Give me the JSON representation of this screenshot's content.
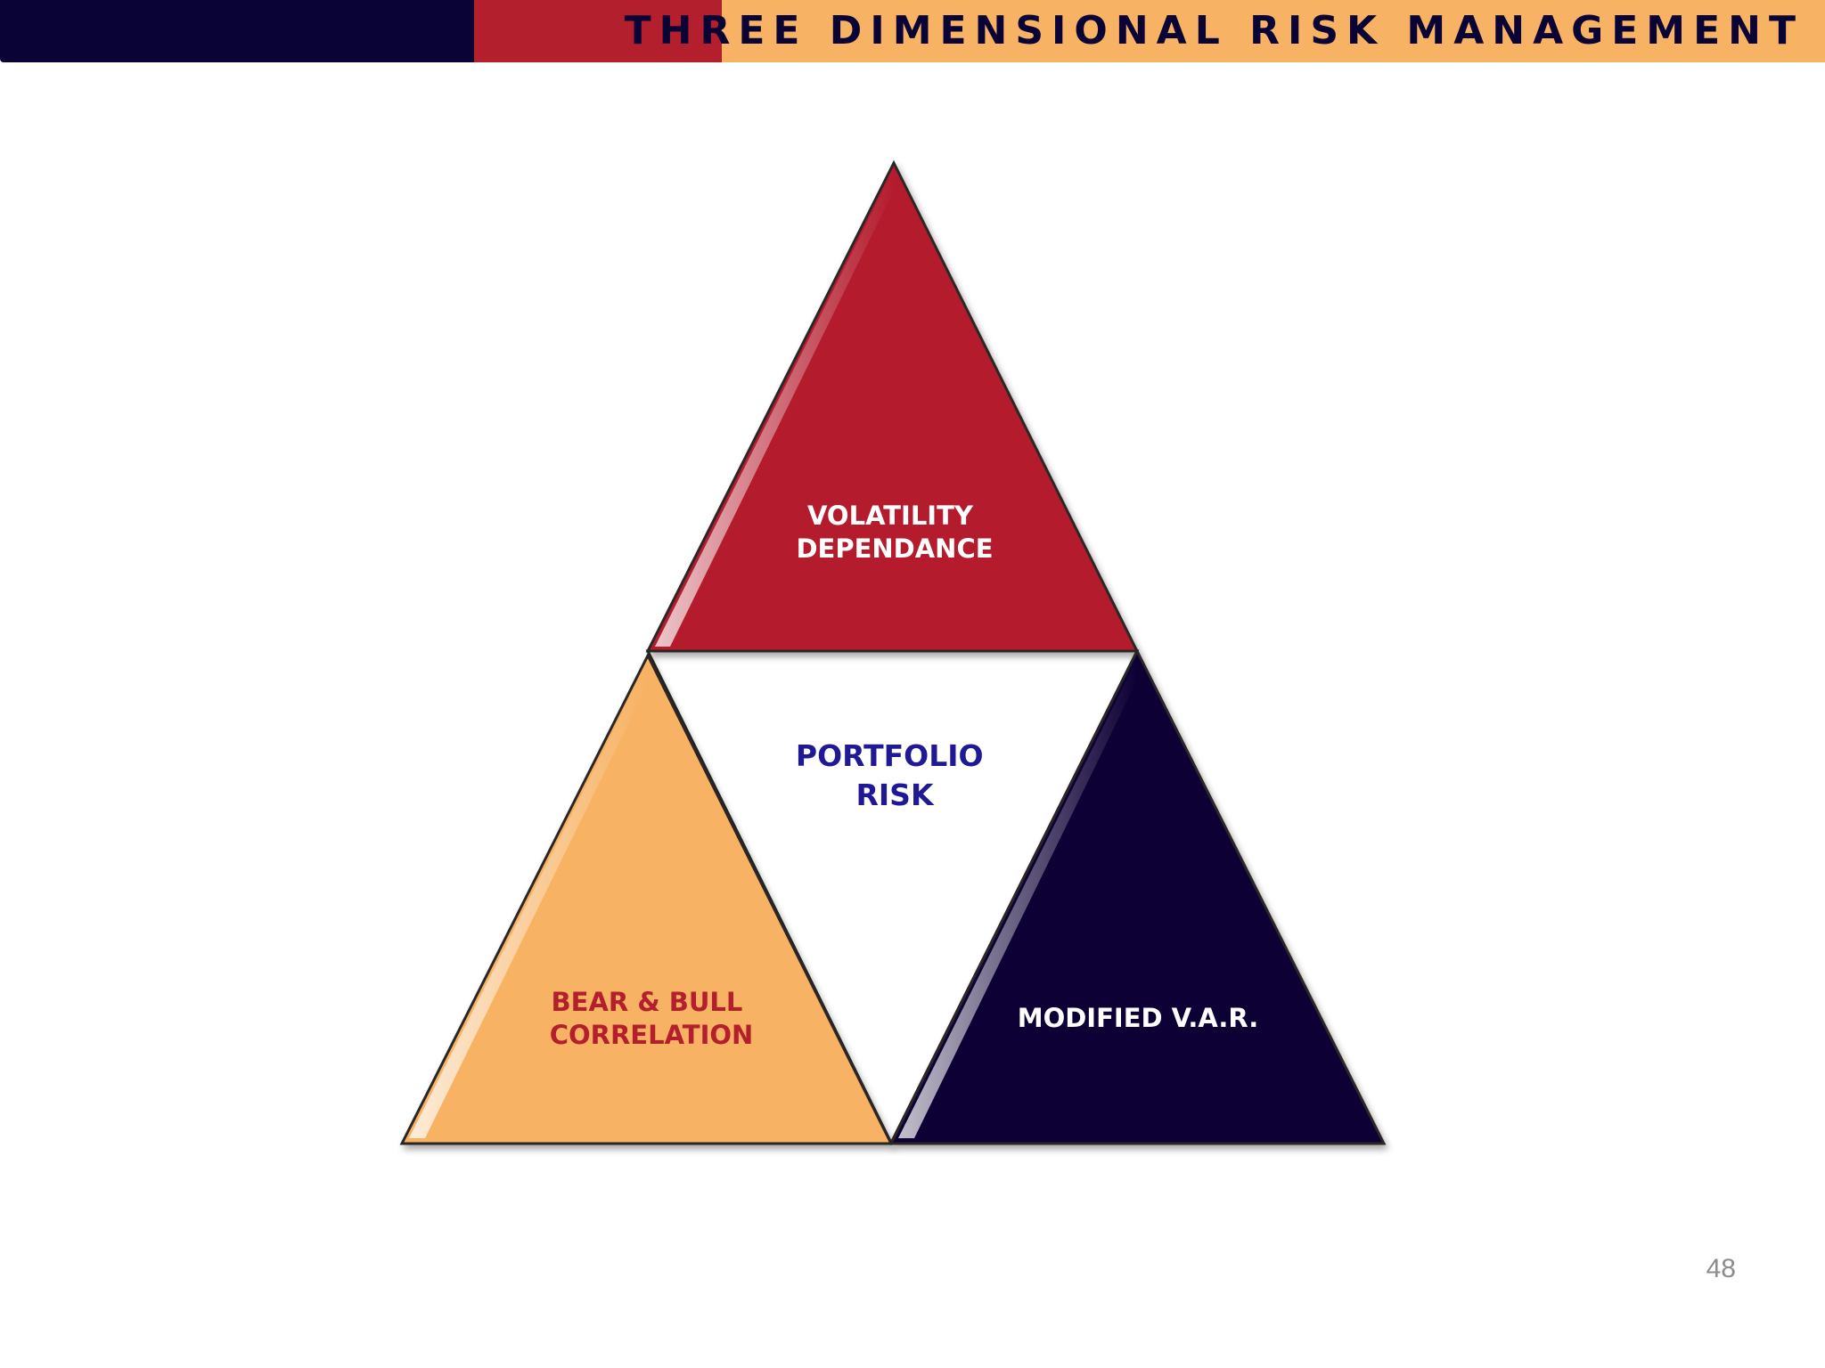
{
  "slide": {
    "title": "THREE DIMENSIONAL RISK MANAGEMENT",
    "page_number": "48"
  },
  "colors": {
    "navy": "#0a0436",
    "red": "#b41f2e",
    "orange": "#f8b264",
    "header_text": "#0a0436",
    "center_text": "#1f1996",
    "outline": "#2b2626",
    "page_number": "#8c8c8c"
  },
  "diagram": {
    "top_segment": {
      "lines": [
        "VOLATILITY",
        "DEPENDANCE"
      ]
    },
    "center_segment": {
      "lines": [
        "PORTFOLIO",
        "RISK"
      ]
    },
    "left_segment": {
      "lines": [
        "BEAR & BULL",
        "CORRELATION"
      ]
    },
    "right_segment": {
      "lines": [
        "MODIFIED V.A.R."
      ]
    }
  }
}
